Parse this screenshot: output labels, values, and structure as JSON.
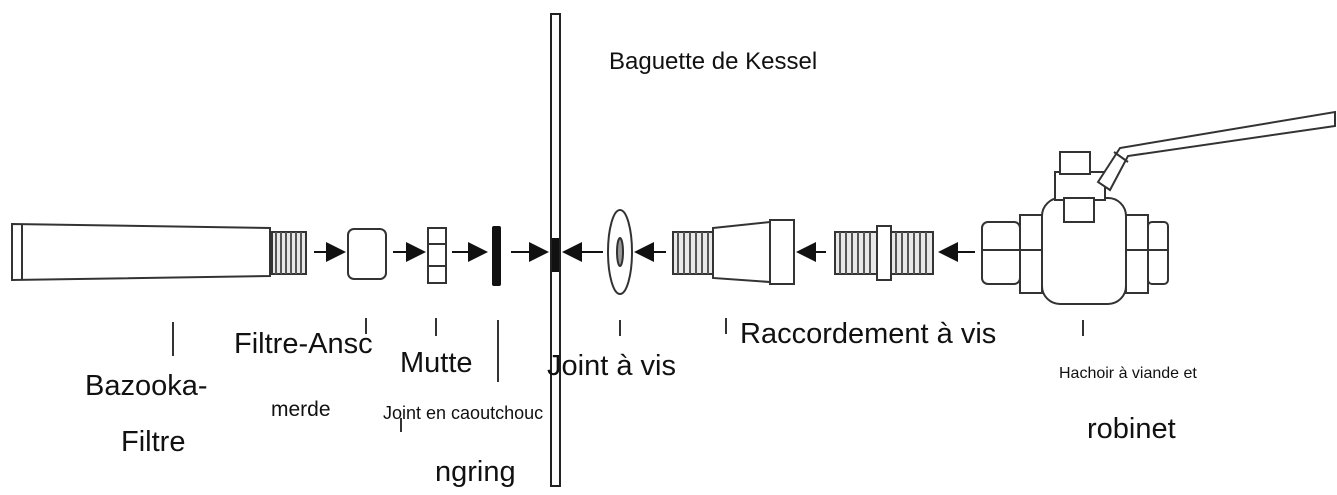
{
  "labels": {
    "kessel": "Baguette de Kessel",
    "filter_a": "Bazooka-",
    "filter_b": "Filtre",
    "ansc_a": "Filtre-Ansc",
    "ansc_b": "merde",
    "mutte": "Mutte",
    "rubber_a": "Joint en caoutchouc",
    "rubber_b": "ngring",
    "screw_seal": "Joint à vis",
    "screw_fit": "Raccordement à vis",
    "valve_a": "Hachoir à viande et",
    "valve_b": "robinet"
  }
}
